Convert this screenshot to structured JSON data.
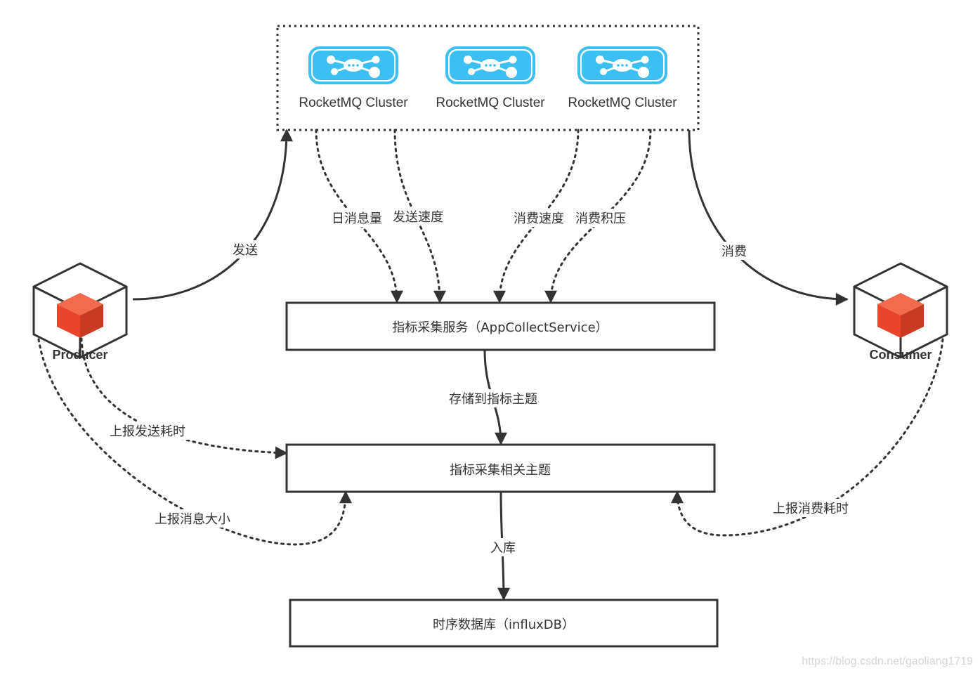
{
  "clusters": {
    "labels": [
      "RocketMQ Cluster",
      "RocketMQ Cluster",
      "RocketMQ Cluster"
    ],
    "icon": "rocketmq-cluster-icon",
    "icon_color": "#3cc0f2"
  },
  "actors": {
    "producer": "Producer",
    "consumer": "Consumer",
    "icon": "cube-box-icon",
    "cube_color": "#e8452c"
  },
  "boxes": {
    "collect_service": "指标采集服务（AppCollectService）",
    "metric_topic": "指标采集相关主题",
    "tsdb": "时序数据库（influxDB）"
  },
  "edges": {
    "send": "发送",
    "consume": "消费",
    "daily_msg": "日消息量",
    "send_speed": "发送速度",
    "consume_speed": "消费速度",
    "consume_backlog": "消费积压",
    "store_to_topic": "存储到指标主题",
    "report_send_time": "上报发送耗时",
    "report_msg_size": "上报消息大小",
    "report_consume_time": "上报消费耗时",
    "into_db": "入库"
  },
  "watermark": "https://blog.csdn.net/gaoliang1719"
}
